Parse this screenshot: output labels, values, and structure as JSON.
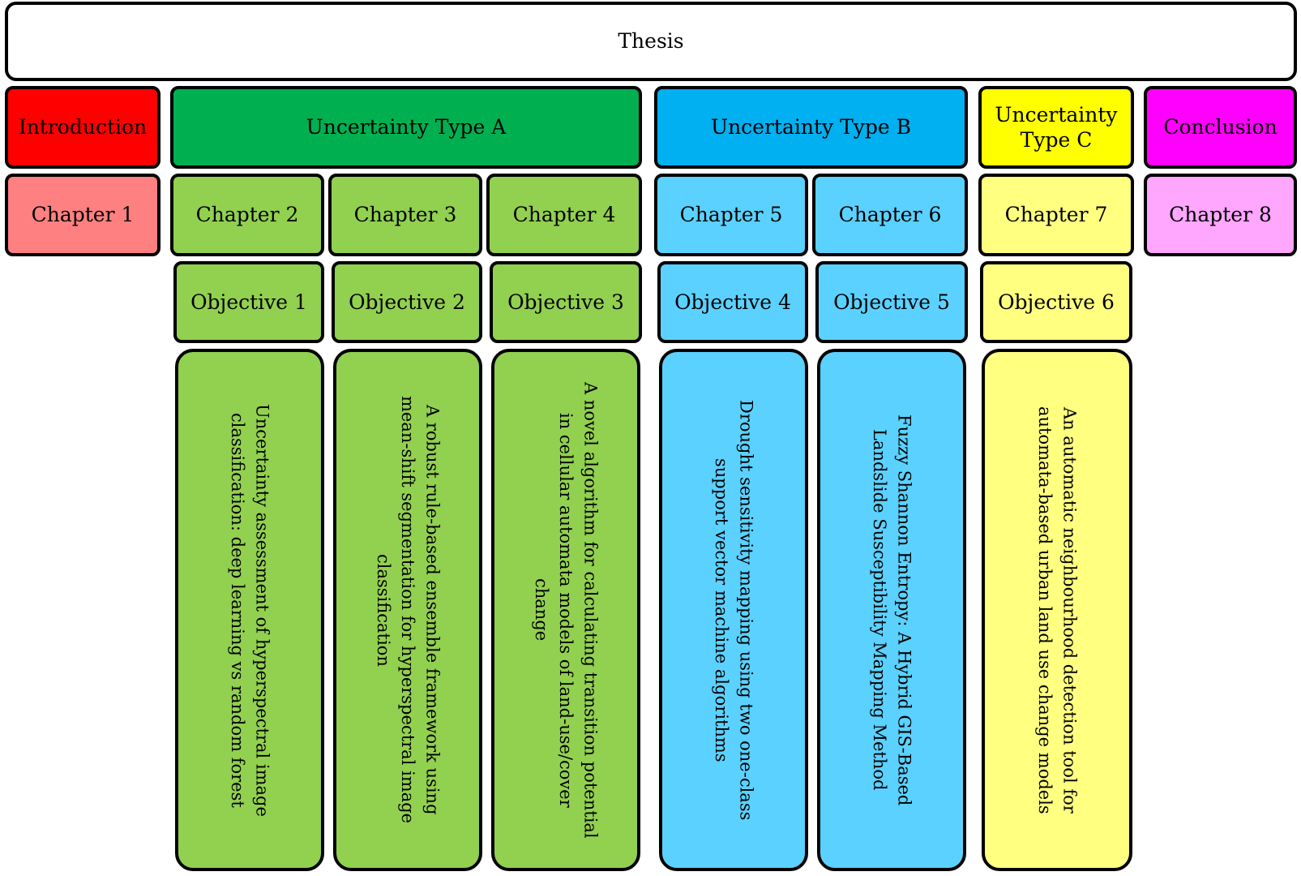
{
  "thesis": {
    "label": "Thesis",
    "color": "#ffffff"
  },
  "sections": [
    {
      "label": "Introduction",
      "color": "#ff0000"
    },
    {
      "label": "Uncertainty Type A",
      "color": "#00b050"
    },
    {
      "label": "Uncertainty Type B",
      "color": "#00b0f0"
    },
    {
      "label": "Uncertainty Type C",
      "color": "#ffff00"
    },
    {
      "label": "Conclusion",
      "color": "#ff00ff"
    }
  ],
  "chapters": [
    {
      "label": "Chapter 1",
      "color": "#ff8080"
    },
    {
      "label": "Chapter 2",
      "color": "#92d050"
    },
    {
      "label": "Chapter 3",
      "color": "#92d050"
    },
    {
      "label": "Chapter 4",
      "color": "#92d050"
    },
    {
      "label": "Chapter 5",
      "color": "#5bd1ff"
    },
    {
      "label": "Chapter 6",
      "color": "#5bd1ff"
    },
    {
      "label": "Chapter 7",
      "color": "#ffff80"
    },
    {
      "label": "Chapter 8",
      "color": "#ffa6ff"
    }
  ],
  "objectives": [
    {
      "label": "Objective 1",
      "color": "#92d050"
    },
    {
      "label": "Objective 2",
      "color": "#92d050"
    },
    {
      "label": "Objective 3",
      "color": "#92d050"
    },
    {
      "label": "Objective 4",
      "color": "#5bd1ff"
    },
    {
      "label": "Objective 5",
      "color": "#5bd1ff"
    },
    {
      "label": "Objective 6",
      "color": "#ffff80"
    }
  ],
  "descriptions": [
    {
      "text": "Uncertainty assessment of hyperspectral image classification: deep learning vs random forest",
      "color": "#92d050"
    },
    {
      "text": "A robust rule-based ensemble framework using mean-shift segmentation for hyperspectral image classification",
      "color": "#92d050"
    },
    {
      "text": "A novel algorithm for calculating transition potential in cellular automata models of land-use/cover change",
      "color": "#92d050"
    },
    {
      "text": "Drought sensitivity mapping using two one-class support vector machine algorithms",
      "color": "#5bd1ff"
    },
    {
      "text": "Fuzzy Shannon Entropy: A Hybrid GIS-Based Landslide Susceptibility Mapping Method",
      "color": "#5bd1ff"
    },
    {
      "text": "An automatic neighbourhood detection tool for automata-based urban land use change models",
      "color": "#ffff80"
    }
  ]
}
